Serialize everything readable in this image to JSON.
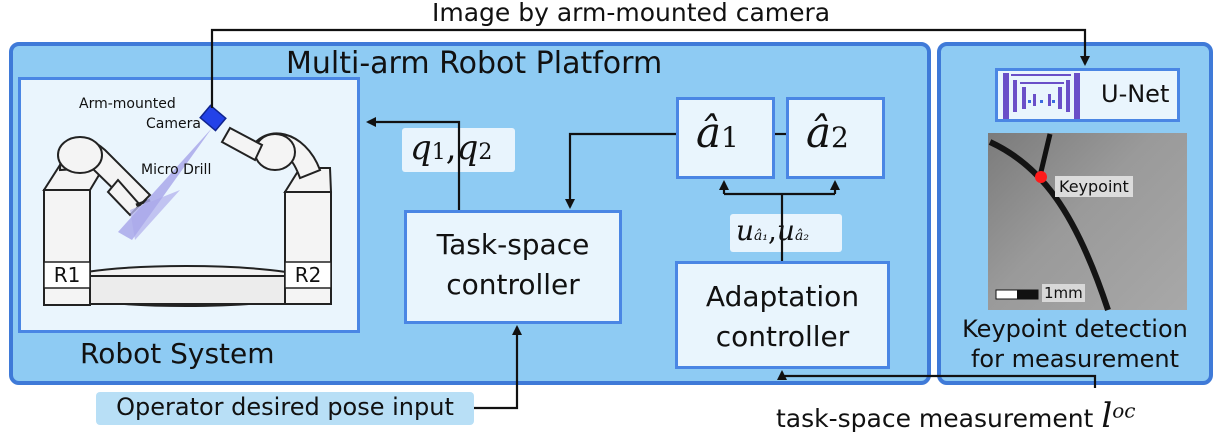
{
  "top_label": "Image by arm-mounted camera",
  "platform": {
    "title": "Multi-arm Robot Platform"
  },
  "robot_system": {
    "title": "Robot System",
    "camera_label_1": "Arm-mounted",
    "camera_label_2": "Camera",
    "drill_label": "Micro Drill",
    "arm_left": "R1",
    "arm_right": "R2"
  },
  "joint_label": {
    "q1": "q",
    "q1_sub": "1",
    "sep": ",",
    "q2": "q",
    "q2_sub": "2"
  },
  "task_controller": {
    "line1": "Task-space",
    "line2": "controller"
  },
  "a1": {
    "sym": "â",
    "sub": "1"
  },
  "a2": {
    "sym": "â",
    "sub": "2"
  },
  "u_label": {
    "u": "u",
    "sub1": "â₁",
    "sep": ",",
    "sub2": "â₂"
  },
  "adaptation_controller": {
    "line1": "Adaptation",
    "line2": "controller"
  },
  "vision": {
    "unet_label": "U-Net",
    "keypoint_tag": "Keypoint",
    "scale_label": "1mm",
    "caption_line1": "Keypoint detection",
    "caption_line2": "for measurement"
  },
  "operator_input": "Operator desired pose input",
  "measurement": {
    "text": "task-space measurement",
    "sym": "l",
    "sup": "oc"
  },
  "colors": {
    "panel_fill": "#8ecbf3",
    "panel_border": "#3f7ad8",
    "box_fill": "#e9f5fd",
    "box_border": "#4a86e4",
    "unet_purple": "#6a4fc8",
    "keypoint_red": "#ff1a1a"
  }
}
